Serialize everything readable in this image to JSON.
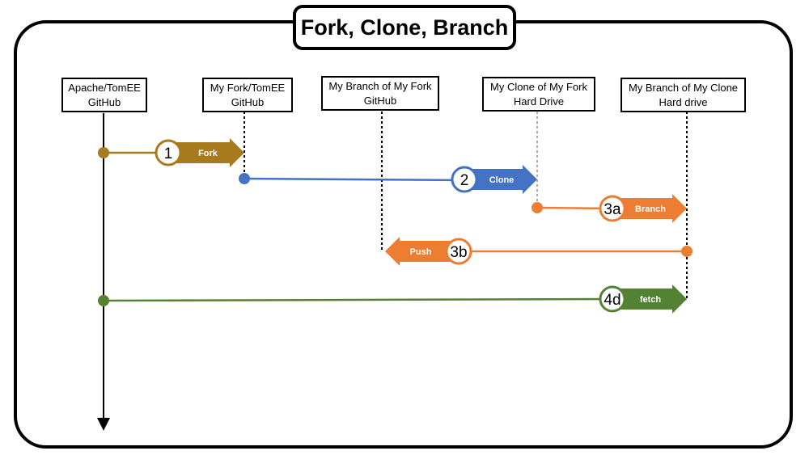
{
  "title": "Fork, Clone, Branch",
  "nodes": [
    {
      "line1": "Apache/TomEE",
      "line2": "GitHub"
    },
    {
      "line1": "My Fork/TomEE",
      "line2": "GitHub"
    },
    {
      "line1": "My Branch of My Fork",
      "line2": "GitHub"
    },
    {
      "line1": "My Clone of My Fork",
      "line2": "Hard Drive"
    },
    {
      "line1": "My Branch of My Clone",
      "line2": "Hard drive"
    }
  ],
  "steps": [
    {
      "number": "1",
      "label": "Fork",
      "color": "#A87A1E",
      "from": "Apache/TomEE GitHub",
      "to": "My Fork/TomEE GitHub"
    },
    {
      "number": "2",
      "label": "Clone",
      "color": "#4472C4",
      "from": "My Fork/TomEE GitHub",
      "to": "My Clone of My Fork Hard Drive"
    },
    {
      "number": "3a",
      "label": "Branch",
      "color": "#ED7D31",
      "from": "My Clone of My Fork Hard Drive",
      "to": "My Branch of My Clone Hard drive"
    },
    {
      "number": "3b",
      "label": "Push",
      "color": "#ED7D31",
      "from": "My Branch of My Clone Hard drive",
      "to": "My Branch of My Fork GitHub"
    },
    {
      "number": "4d",
      "label": "fetch",
      "color": "#548235",
      "from": "Apache/TomEE GitHub",
      "to": "My Branch of My Clone Hard drive"
    }
  ]
}
